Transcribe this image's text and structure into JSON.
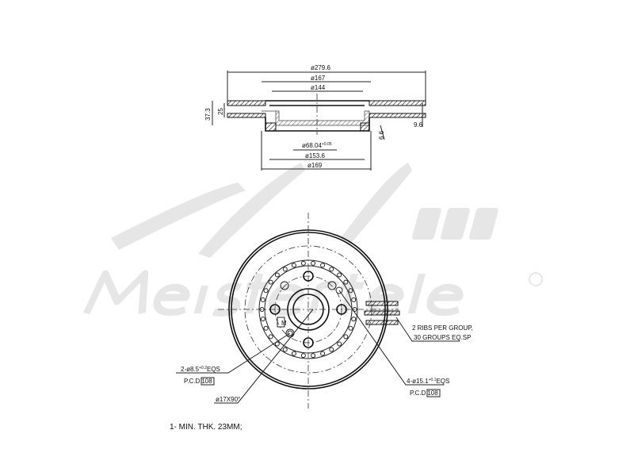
{
  "watermark": {
    "logo_text": "A.M. Meisterteile",
    "registered_mark": "R"
  },
  "section_view": {
    "dimensions": {
      "outer_diameter": "ø279.6",
      "d167": "ø167",
      "d144": "ø144",
      "total_height": "37.3",
      "disc_thickness": "25",
      "hat_thickness": "6.6",
      "offset": "9.6",
      "center_bore": "ø68.04",
      "center_bore_tol": "+0.05",
      "d153": "ø153.6",
      "d169": "ø169"
    }
  },
  "front_view": {
    "callouts": {
      "ribs_line1": "2 RIBS PER GROUP,",
      "ribs_line2": "30 GROUPS EQ.SP",
      "small_holes": "2-ø8.5",
      "small_holes_tol": "+0.2",
      "small_holes_eqs": "EQS",
      "pcd_label_left": "P.C.D",
      "pcd_value_left": "108",
      "chamfer": "ø17X90°",
      "bolt_holes": "4-ø15.1",
      "bolt_holes_tol": "+0.1",
      "bolt_holes_eqs": "EQS",
      "pcd_label_right": "P.C.D",
      "pcd_value_right": "108",
      "mark": "M"
    }
  },
  "notes": {
    "min_thickness": "1- MIN. THK. 23MM;"
  }
}
